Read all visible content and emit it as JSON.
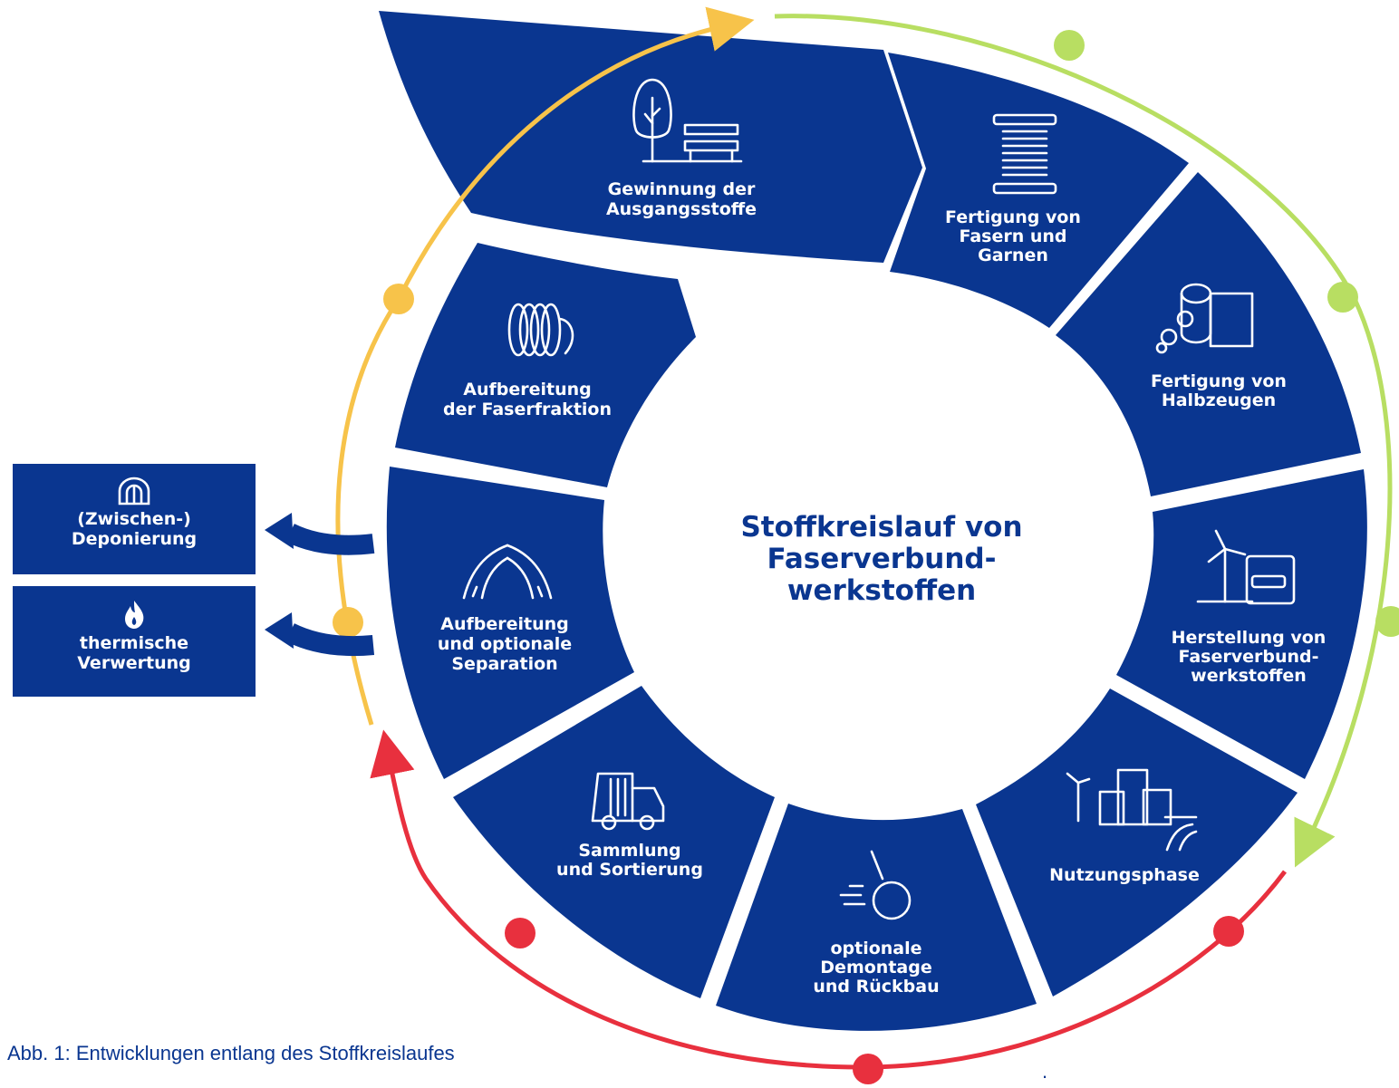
{
  "colors": {
    "segment": "#0a3690",
    "green_loop": "#b8de62",
    "yellow_loop": "#f7c34a",
    "red_loop": "#e8303e",
    "background": "#ffffff"
  },
  "center": {
    "lines": [
      "Stoffkreislauf von",
      "Faserverbund-",
      "werkstoffen"
    ]
  },
  "segments": [
    {
      "icon": "tree-bench-icon",
      "lines": [
        "Gewinnung der",
        "Ausgangsstoffe"
      ]
    },
    {
      "icon": "yarn-spool-icon",
      "lines": [
        "Fertigung von",
        "Fasern und",
        "Garnen"
      ]
    },
    {
      "icon": "fabric-roll-gears-icon",
      "lines": [
        "Fertigung von",
        "Halbzeugen"
      ]
    },
    {
      "icon": "wind-turbine-machine-icon",
      "lines": [
        "Herstellung von",
        "Faserverbund-",
        "werkstoffen"
      ]
    },
    {
      "icon": "city-bridge-icon",
      "lines": [
        "Nutzungsphase"
      ]
    },
    {
      "icon": "wrecking-ball-icon",
      "lines": [
        "optionale",
        "Demontage",
        "und Rückbau"
      ]
    },
    {
      "icon": "garbage-truck-icon",
      "lines": [
        "Sammlung",
        "und Sortierung"
      ]
    },
    {
      "icon": "road-split-icon",
      "lines": [
        "Aufbereitung",
        "und optionale",
        "Separation"
      ]
    },
    {
      "icon": "fiber-coil-icon",
      "lines": [
        "Aufbereitung",
        "der Faserfraktion"
      ]
    }
  ],
  "side_boxes": [
    {
      "icon": "tunnel-storage-icon",
      "lines": [
        "(Zwischen-)",
        "Deponierung"
      ]
    },
    {
      "icon": "flame-icon",
      "lines": [
        "thermische",
        "Verwertung"
      ]
    }
  ],
  "caption": "Abb. 1: Entwicklungen entlang des Stoffkreislaufes",
  "trailing_mark": "."
}
